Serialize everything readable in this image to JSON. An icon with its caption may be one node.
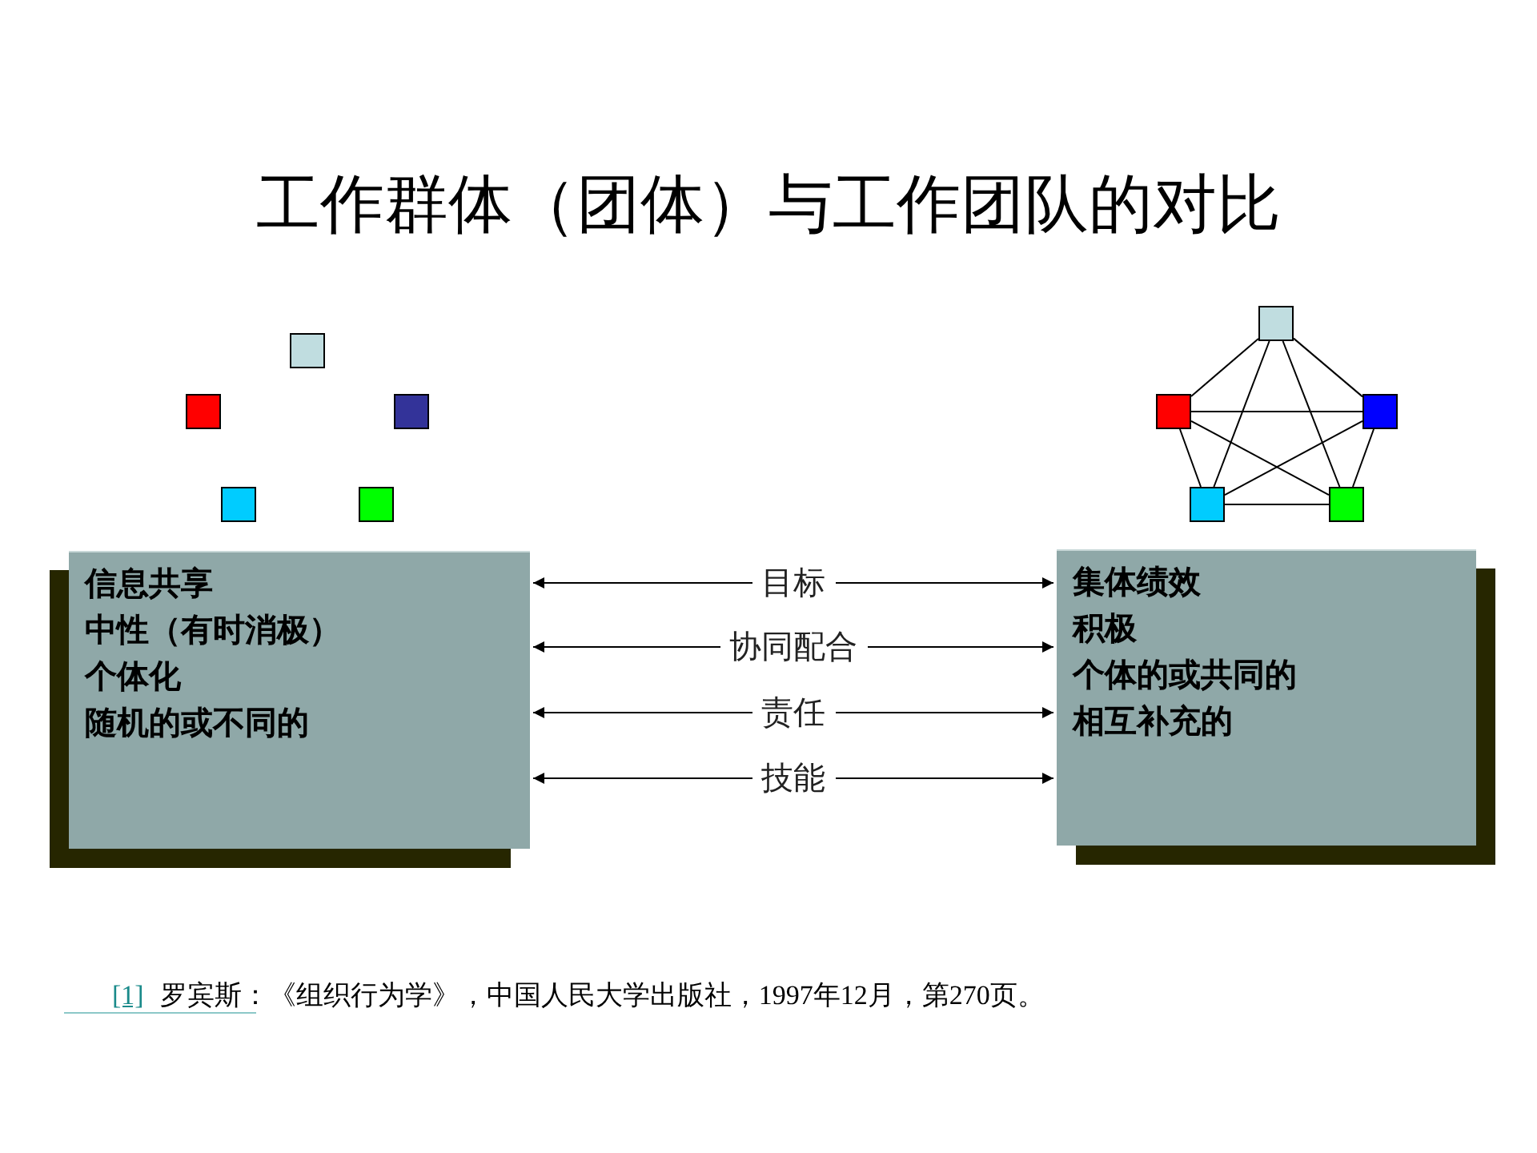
{
  "diagram": {
    "title": "工作群体（团体）与工作团队的对比",
    "nodes": [
      {
        "text": [],
        "shape": "box"
      },
      {
        "text": [],
        "shape": "box"
      },
      {
        "text": [],
        "shape": "box"
      },
      {
        "text": [],
        "shape": "box"
      },
      {
        "text": [],
        "shape": "box"
      },
      {
        "text": [],
        "shape": "box"
      },
      {
        "text": [],
        "shape": "box"
      },
      {
        "text": [],
        "shape": "box"
      },
      {
        "text": [],
        "shape": "box"
      },
      {
        "text": [],
        "shape": "box"
      },
      {
        "text": [
          "信息共享",
          "中性（有时消极）",
          "个体化",
          "随机的或不同的"
        ]
      },
      {
        "text": [
          "集体绩效",
          "积极",
          "个体的或共同的",
          "相互补充的"
        ]
      }
    ],
    "edges": [
      {
        "from": 10,
        "to": 11,
        "arrow": "both",
        "label": "目标"
      },
      {
        "from": 10,
        "to": 11,
        "arrow": "both",
        "label": "协同配合"
      },
      {
        "from": 10,
        "to": 11,
        "arrow": "both",
        "label": "责任"
      },
      {
        "from": 10,
        "to": 11,
        "arrow": "both",
        "label": "技能"
      },
      {
        "from": 5,
        "to": 6,
        "arrow": "none"
      },
      {
        "from": 5,
        "to": 7,
        "arrow": "none"
      },
      {
        "from": 5,
        "to": 8,
        "arrow": "none"
      },
      {
        "from": 5,
        "to": 9,
        "arrow": "none"
      },
      {
        "from": 6,
        "to": 7,
        "arrow": "none"
      },
      {
        "from": 6,
        "to": 8,
        "arrow": "none"
      },
      {
        "from": 6,
        "to": 9,
        "arrow": "none"
      },
      {
        "from": 7,
        "to": 8,
        "arrow": "none"
      },
      {
        "from": 7,
        "to": 9,
        "arrow": "none"
      },
      {
        "from": 8,
        "to": 9,
        "arrow": "none"
      }
    ],
    "labels": [
      "[1]",
      "罗宾斯：《组织行为学》，中国人民大学出版社，1997年12月，第270页。"
    ]
  }
}
